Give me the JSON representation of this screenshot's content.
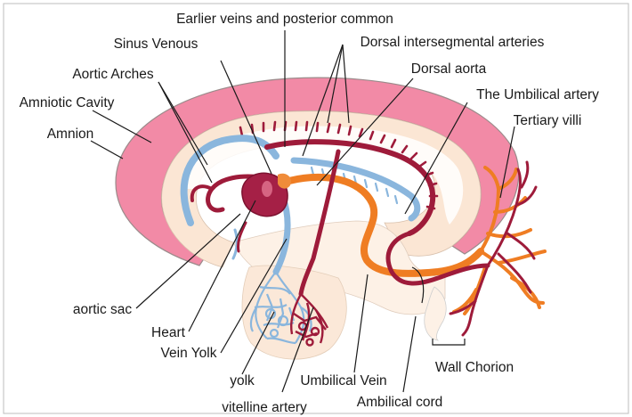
{
  "labels": {
    "earlier_veins": "Earlier veins and posterior common",
    "sinus_venous": "Sinus Venous",
    "dorsal_intersegmental": "Dorsal intersegmental arteries",
    "aortic_arches": "Aortic Arches",
    "dorsal_aorta": "Dorsal aorta",
    "amniotic_cavity": "Amniotic Cavity",
    "umbilical_artery": "The Umbilical artery",
    "tertiary_villi": "Tertiary villi",
    "amnion": "Amnion",
    "aortic_sac": "aortic sac",
    "heart": "Heart",
    "vein_yolk": "Vein Yolk",
    "yolk": "yolk",
    "umbilical_vein": "Umbilical Vein",
    "wall_chorion": "Wall Chorion",
    "ambilical_cord": "Ambilical cord",
    "vitelline_artery": "vitelline artery"
  },
  "colors": {
    "amnion_pink": "#f28aa6",
    "embryo_cream": "#fbe6d4",
    "artery_red": "#9e1b3a",
    "vein_blue": "#8ab6dd",
    "umbilical_orange": "#ef7d23"
  }
}
